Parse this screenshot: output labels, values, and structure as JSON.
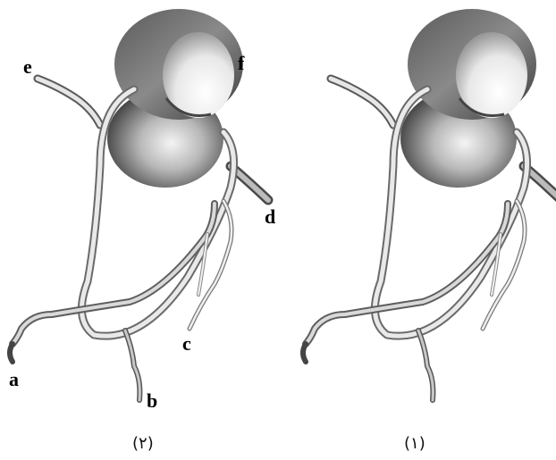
{
  "figure": {
    "panels": [
      {
        "caption": "(٢)",
        "labels": {
          "a": "a",
          "b": "b",
          "c": "c",
          "d": "d",
          "e": "e",
          "f": "f"
        }
      },
      {
        "caption": "(١)"
      }
    ]
  }
}
